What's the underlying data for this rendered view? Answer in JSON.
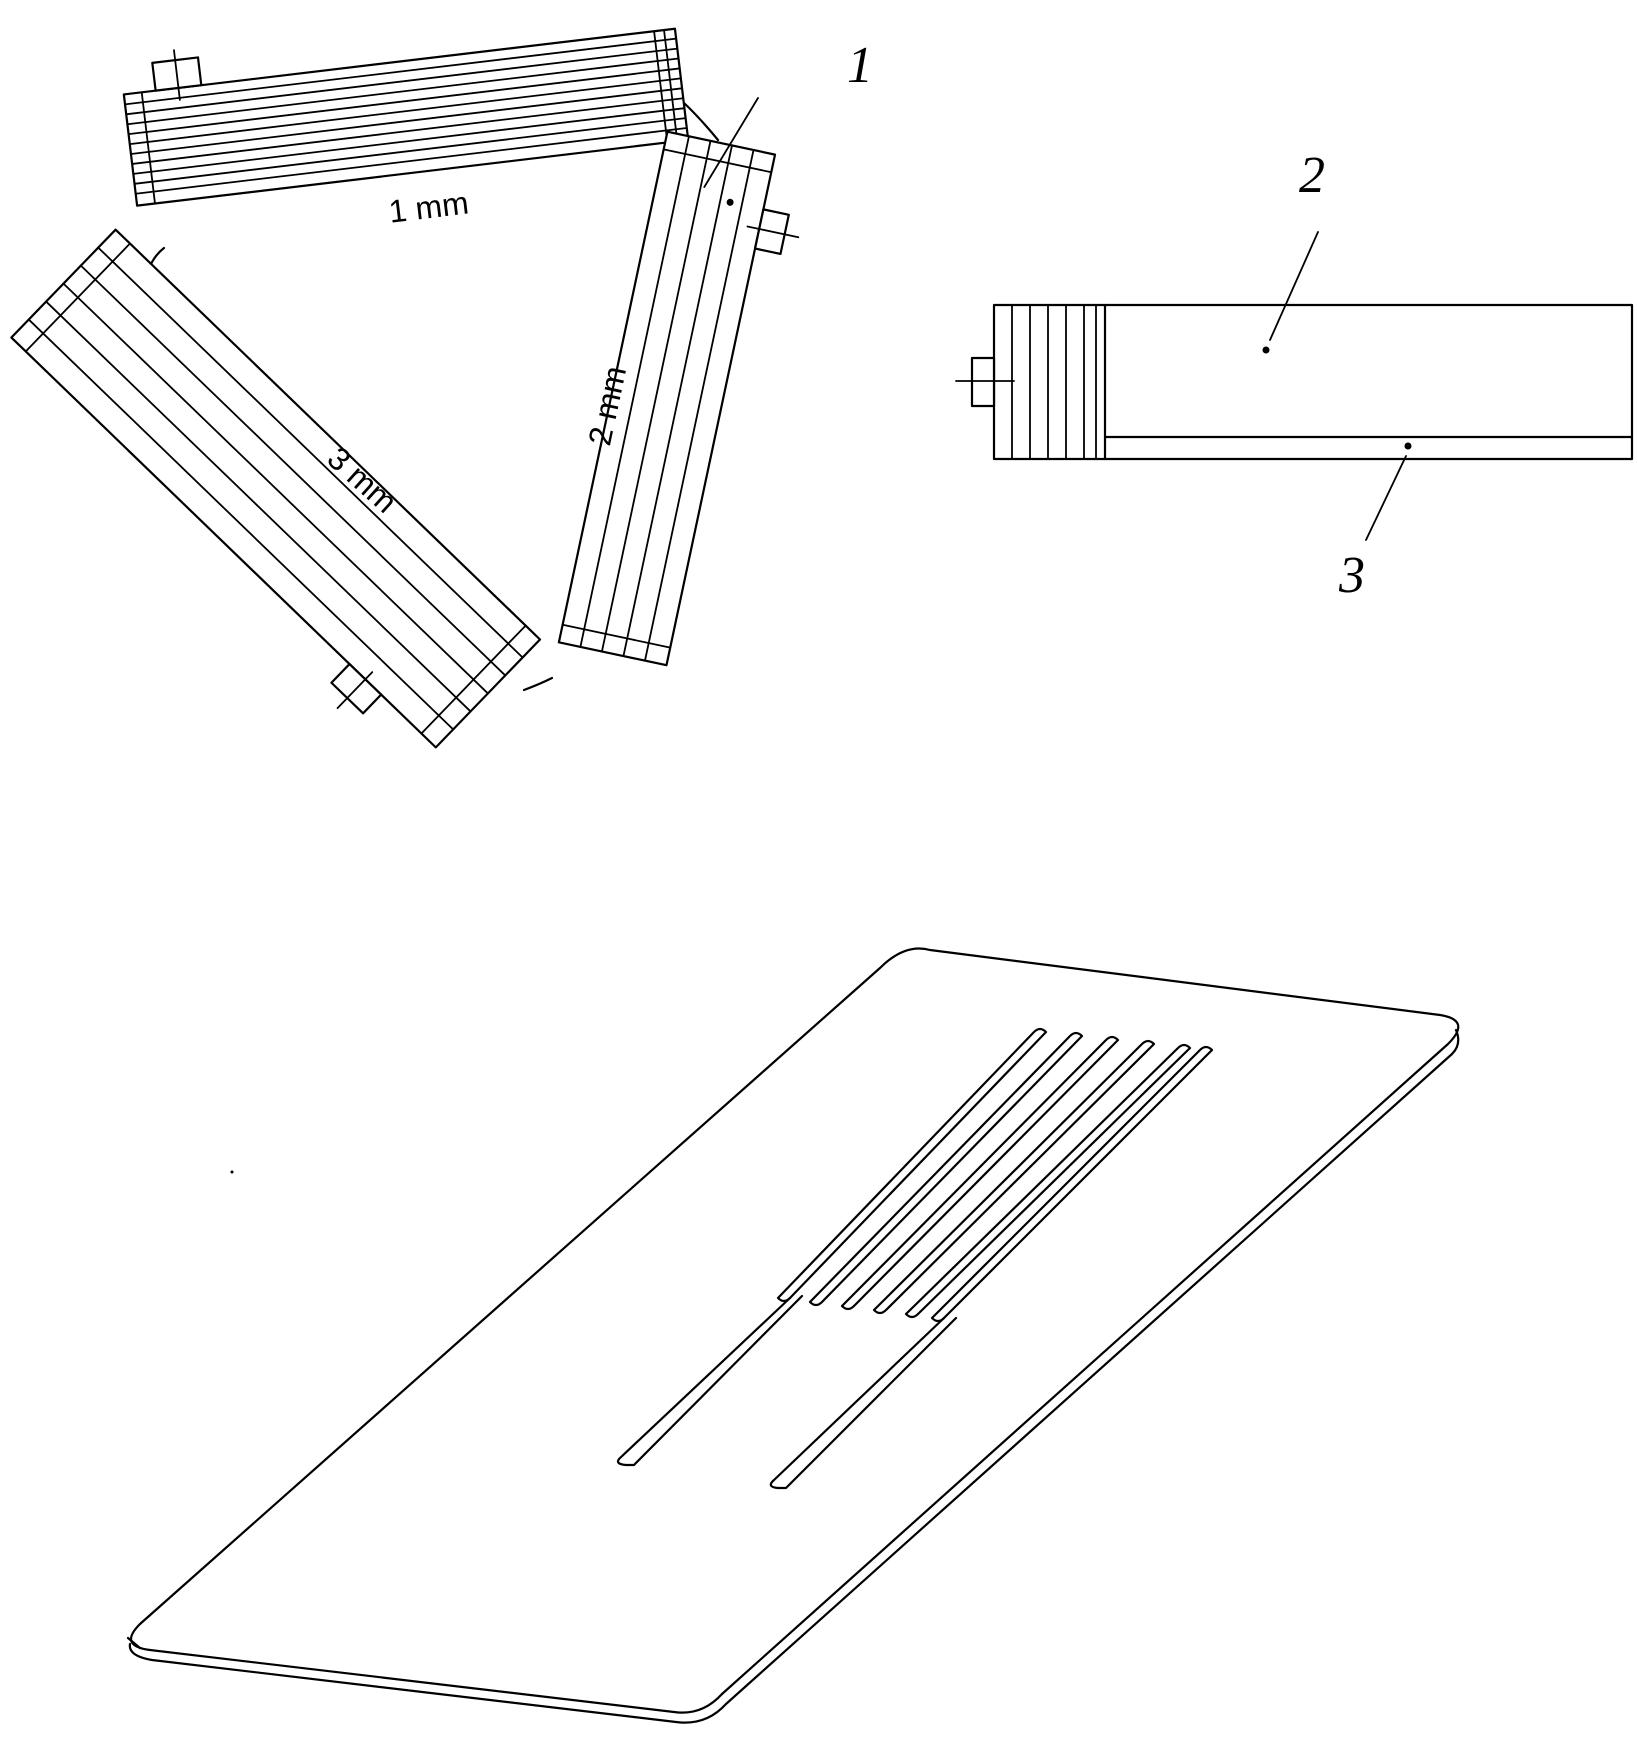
{
  "diagram": {
    "channel_widths": {
      "top": "1 mm",
      "right": "2 mm",
      "left": "3 mm"
    },
    "callouts": {
      "c1": "1",
      "c2": "2",
      "c3": "3"
    },
    "slide": {
      "channel_count": 6
    }
  }
}
